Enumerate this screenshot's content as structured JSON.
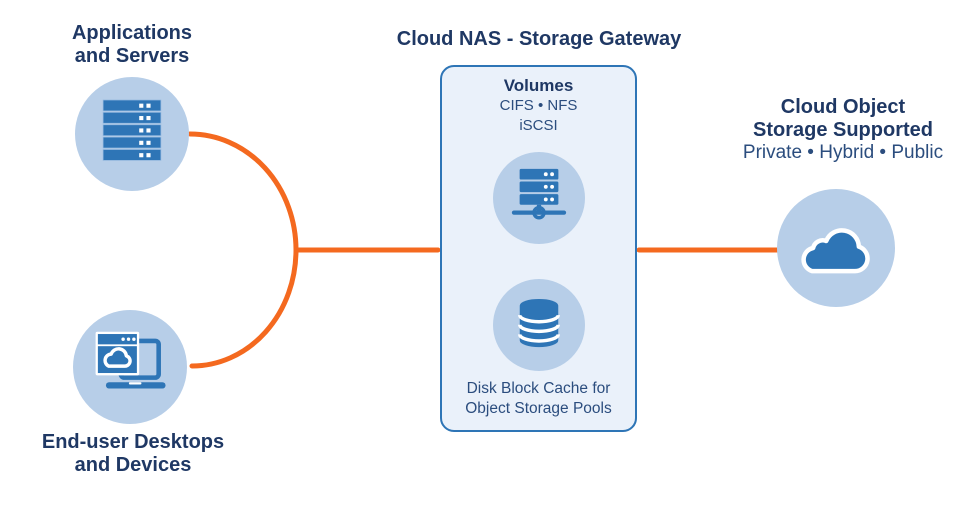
{
  "colors": {
    "orange": "#F4691F",
    "circle_bg": "#B7CEE8",
    "box_bg": "#EAF1FA",
    "box_border": "#2E75B6",
    "icon_blue": "#2E75B6",
    "heading": "#1F3864",
    "subtext": "#2B4D7E"
  },
  "nodes": {
    "apps_servers": {
      "label_line1": "Applications",
      "label_line2": "and Servers"
    },
    "end_user": {
      "label_line1": "End-user Desktops",
      "label_line2": "and Devices"
    },
    "gateway": {
      "title": "Cloud NAS - Storage Gateway",
      "volumes_heading": "Volumes",
      "protocols_line1": "CIFS • NFS",
      "protocols_line2": "iSCSI",
      "cache_line1": "Disk Block Cache for",
      "cache_line2": "Object Storage Pools"
    },
    "cloud_storage": {
      "heading_line1": "Cloud Object",
      "heading_line2": "Storage Supported",
      "subtitle": "Private • Hybrid • Public"
    }
  }
}
